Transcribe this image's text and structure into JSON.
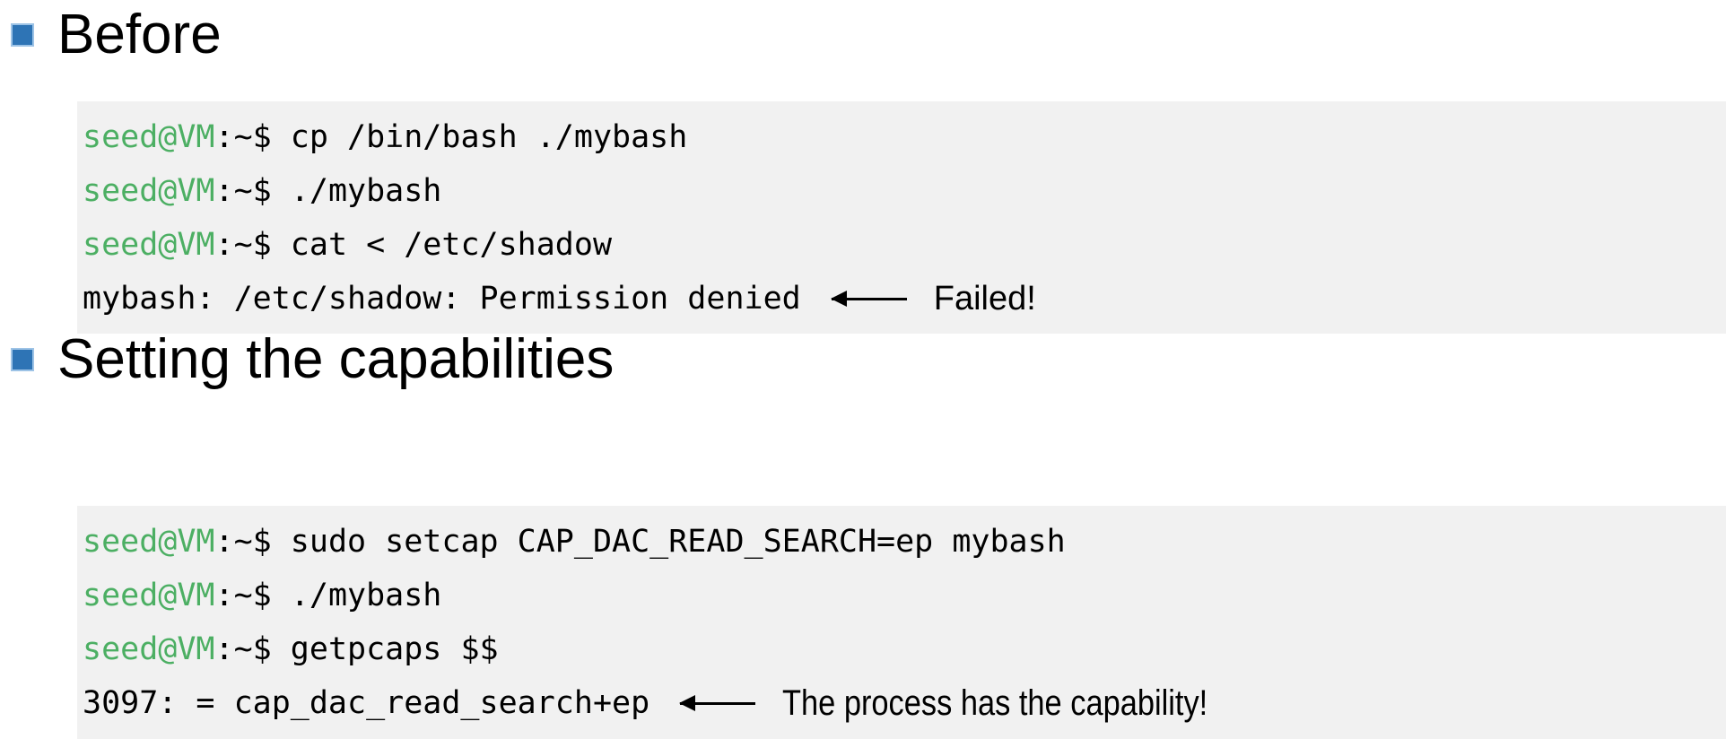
{
  "slide": {
    "background_color": "#ffffff",
    "bullet_color": "#2E74B5",
    "bullet_border_color": "#9DC3E6",
    "code_background_color": "#f1f1f1",
    "prompt_color": "#4CAF63",
    "text_color": "#000000"
  },
  "sections": [
    {
      "heading": "Before",
      "lines": [
        {
          "prompt": "seed@VM",
          "rest": ":~$ cp /bin/bash ./mybash"
        },
        {
          "prompt": "seed@VM",
          "rest": ":~$ ./mybash"
        },
        {
          "prompt": "seed@VM",
          "rest": ":~$ cat < /etc/shadow"
        },
        {
          "prompt": "",
          "rest": "mybash: /etc/shadow: Permission denied"
        }
      ],
      "annotation": {
        "arrow": "left-arrow-icon",
        "text": "Failed!"
      }
    },
    {
      "heading": "Setting the capabilities",
      "lines": [
        {
          "prompt": "seed@VM",
          "rest": ":~$ sudo setcap CAP_DAC_READ_SEARCH=ep mybash"
        },
        {
          "prompt": "seed@VM",
          "rest": ":~$ ./mybash"
        },
        {
          "prompt": "seed@VM",
          "rest": ":~$ getpcaps $$"
        },
        {
          "prompt": "",
          "rest": "3097: = cap_dac_read_search+ep"
        }
      ],
      "annotation": {
        "arrow": "left-arrow-icon",
        "text": "The process has the capability!"
      }
    }
  ]
}
